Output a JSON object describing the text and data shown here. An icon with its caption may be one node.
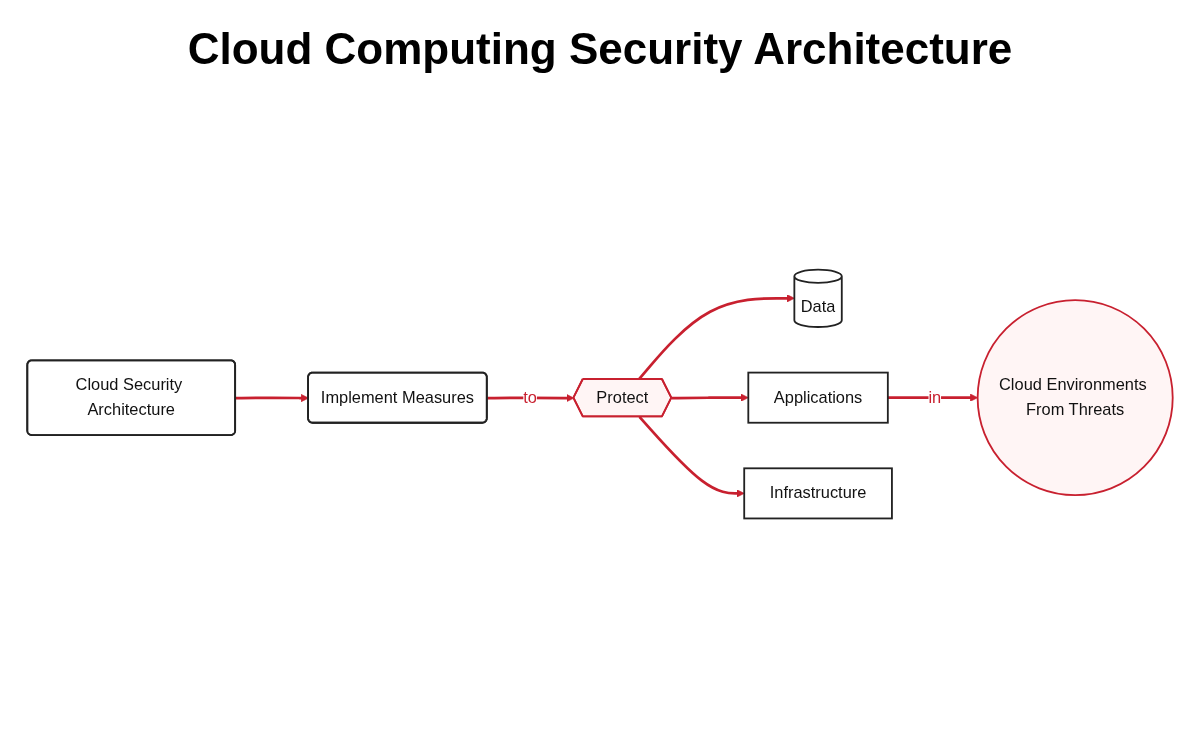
{
  "diagram": {
    "title": "Cloud Computing Security Architecture",
    "nodes": [
      {
        "text": [
          "Cloud Security Architecture"
        ]
      },
      {
        "text": [
          "Implement Measures"
        ]
      },
      {
        "text": [
          "Protect"
        ]
      },
      {
        "text": [
          "Data"
        ]
      },
      {
        "text": [
          "Applications"
        ]
      },
      {
        "text": [
          "Infrastructure"
        ]
      },
      {
        "text": [
          "Cloud Environments From Threats"
        ]
      }
    ],
    "edges": [
      {
        "from": 0,
        "to": 1,
        "arrow": "to"
      },
      {
        "from": 1,
        "to": 2,
        "arrow": "to",
        "label": "to"
      },
      {
        "from": 2,
        "to": 3,
        "arrow": "to"
      },
      {
        "from": 2,
        "to": 4,
        "arrow": "to"
      },
      {
        "from": 2,
        "to": 5,
        "arrow": "to"
      },
      {
        "from": 4,
        "to": 6,
        "arrow": "to",
        "label": "in"
      }
    ]
  }
}
